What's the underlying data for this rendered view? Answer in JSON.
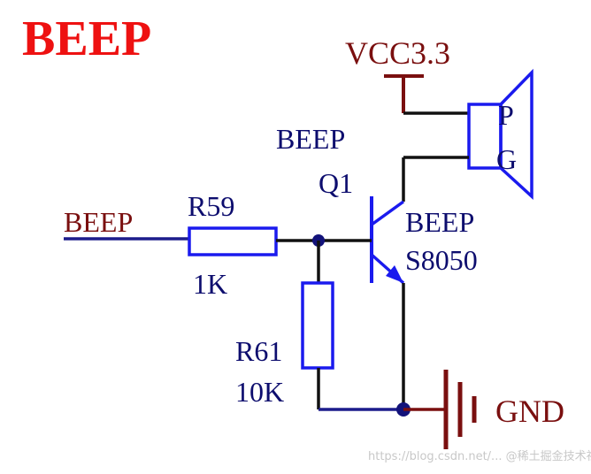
{
  "title": "BEEP",
  "power": {
    "label": "VCC3.3"
  },
  "buzzer": {
    "pin_p": "P",
    "pin_g": "G"
  },
  "transistor": {
    "net_label": "BEEP",
    "designator": "Q1",
    "value_net": "BEEP",
    "part": "S8050"
  },
  "input_net": {
    "label": "BEEP"
  },
  "r59": {
    "designator": "R59",
    "value": "1K"
  },
  "r61": {
    "designator": "R61",
    "value": "10K"
  },
  "ground": {
    "label": "GND"
  },
  "watermark": {
    "text": "https://blog.csdn.net/...  @稀土掘金技术社区"
  },
  "colors": {
    "title": "#ee1111",
    "power_net": "#7a0f0f",
    "component": "#1a1aee",
    "text": "#0d0d6e",
    "wire_black": "#111111",
    "wire_blue": "#1c1c8c",
    "junction": "#12127a"
  }
}
